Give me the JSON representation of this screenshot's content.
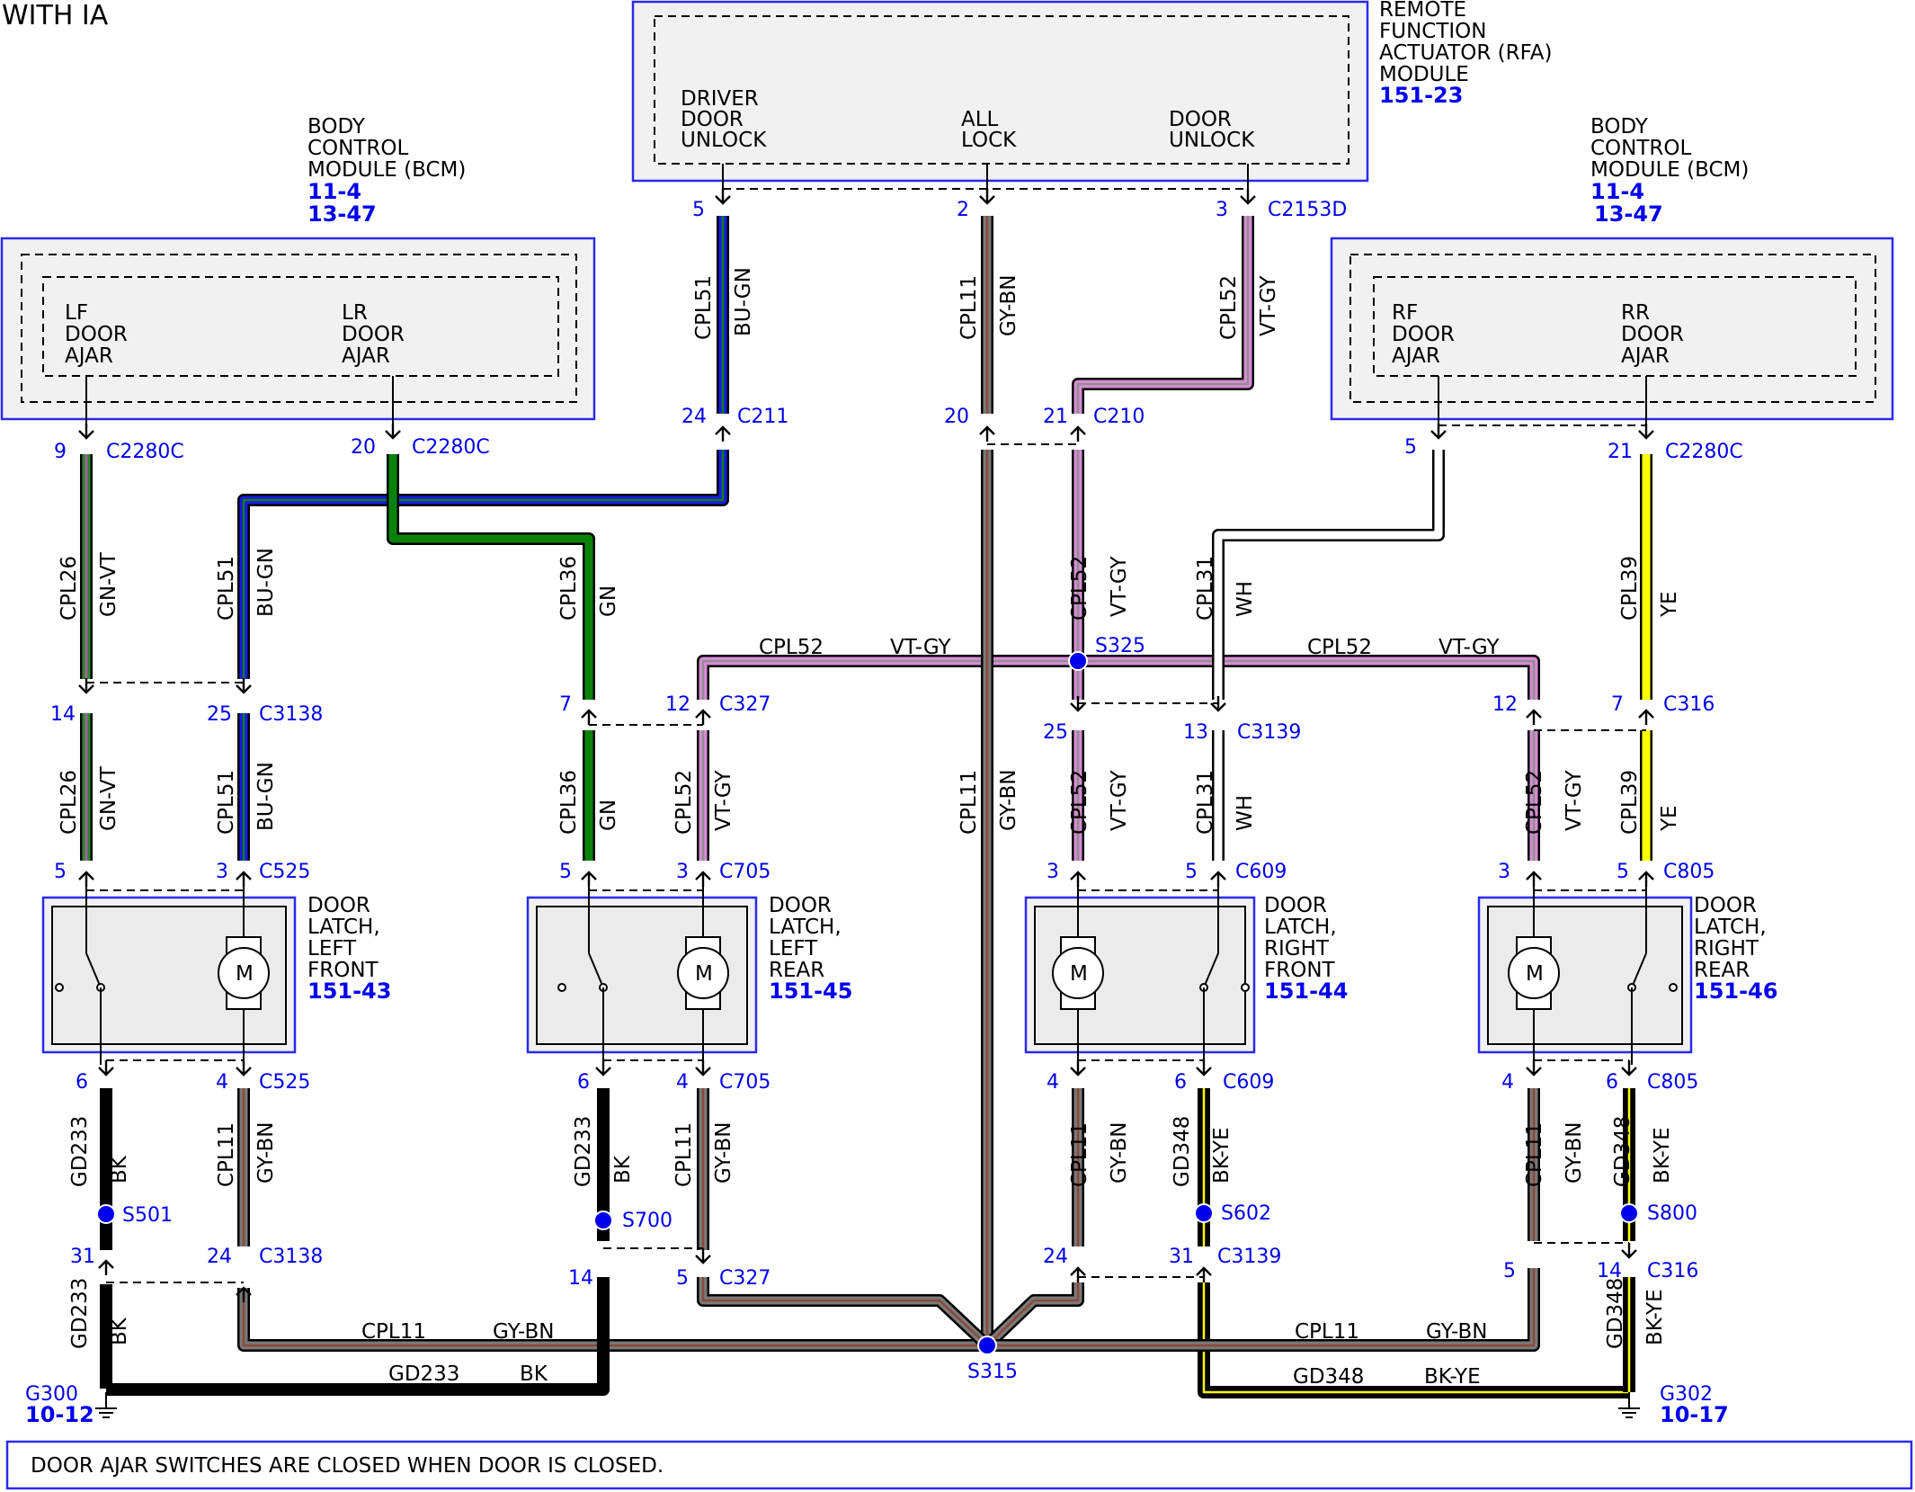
{
  "diagram": {
    "title": "WITH IA",
    "note": "DOOR AJAR SWITCHES ARE CLOSED WHEN DOOR IS CLOSED.",
    "modules": {
      "rfa": {
        "lines": [
          "REMOTE",
          "FUNCTION",
          "ACTUATOR (RFA)",
          "MODULE"
        ],
        "ref": "151-23",
        "pins": [
          "DRIVER DOOR UNLOCK",
          "ALL LOCK",
          "DOOR UNLOCK"
        ],
        "pin_lines": [
          [
            "DRIVER",
            "DOOR",
            "UNLOCK"
          ],
          [
            "ALL",
            "LOCK"
          ],
          [
            "DOOR",
            "UNLOCK"
          ]
        ]
      },
      "bcm_left": {
        "lines": [
          "BODY",
          "CONTROL",
          "MODULE (BCM)"
        ],
        "refs": [
          "11-4",
          "13-47"
        ],
        "pin_lines": [
          [
            "LF",
            "DOOR",
            "AJAR"
          ],
          [
            "LR",
            "DOOR",
            "AJAR"
          ]
        ]
      },
      "bcm_right": {
        "lines": [
          "BODY",
          "CONTROL",
          "MODULE (BCM)"
        ],
        "refs": [
          "11-4",
          "13-47"
        ],
        "pin_lines": [
          [
            "RF",
            "DOOR",
            "AJAR"
          ],
          [
            "RR",
            "DOOR",
            "AJAR"
          ]
        ]
      }
    },
    "latches": [
      {
        "lines": [
          "DOOR",
          "LATCH,",
          "LEFT",
          "FRONT"
        ],
        "ref": "151-43",
        "motor": "M"
      },
      {
        "lines": [
          "DOOR",
          "LATCH,",
          "LEFT",
          "REAR"
        ],
        "ref": "151-45",
        "motor": "M"
      },
      {
        "lines": [
          "DOOR",
          "LATCH,",
          "RIGHT",
          "FRONT"
        ],
        "ref": "151-44",
        "motor": "M"
      },
      {
        "lines": [
          "DOOR",
          "LATCH,",
          "RIGHT",
          "REAR"
        ],
        "ref": "151-46",
        "motor": "M"
      }
    ],
    "connectors": [
      "C2153D",
      "C211",
      "C210",
      "C2280C",
      "C2280C",
      "C2280C",
      "C3138",
      "C327",
      "C3139",
      "C316",
      "C525",
      "C705",
      "C609",
      "C805",
      "C525",
      "C705",
      "C609",
      "C805",
      "C3138",
      "C327",
      "C3139",
      "C316"
    ],
    "pins": [
      "5",
      "2",
      "3",
      "24",
      "20",
      "21",
      "9",
      "20",
      "5",
      "21",
      "14",
      "25",
      "7",
      "12",
      "25",
      "13",
      "12",
      "7",
      "5",
      "3",
      "5",
      "3",
      "3",
      "5",
      "3",
      "5",
      "6",
      "4",
      "6",
      "4",
      "4",
      "6",
      "4",
      "6",
      "31",
      "24",
      "14",
      "5",
      "24",
      "31",
      "5",
      "14"
    ],
    "wires": [
      {
        "circuit": "CPL51",
        "color": "BU-GN"
      },
      {
        "circuit": "CPL11",
        "color": "GY-BN"
      },
      {
        "circuit": "CPL52",
        "color": "VT-GY"
      },
      {
        "circuit": "CPL26",
        "color": "GN-VT"
      },
      {
        "circuit": "CPL51",
        "color": "BU-GN"
      },
      {
        "circuit": "CPL36",
        "color": "GN"
      },
      {
        "circuit": "CPL52",
        "color": "VT-GY"
      },
      {
        "circuit": "CPL31",
        "color": "WH"
      },
      {
        "circuit": "CPL39",
        "color": "YE"
      },
      {
        "circuit": "CPL52",
        "color": "VT-GY"
      },
      {
        "circuit": "CPL52",
        "color": "VT-GY"
      },
      {
        "circuit": "CPL26",
        "color": "GN-VT"
      },
      {
        "circuit": "CPL51",
        "color": "BU-GN"
      },
      {
        "circuit": "CPL36",
        "color": "GN"
      },
      {
        "circuit": "CPL52",
        "color": "VT-GY"
      },
      {
        "circuit": "CPL11",
        "color": "GY-BN"
      },
      {
        "circuit": "CPL52",
        "color": "VT-GY"
      },
      {
        "circuit": "CPL31",
        "color": "WH"
      },
      {
        "circuit": "CPL52",
        "color": "VT-GY"
      },
      {
        "circuit": "CPL39",
        "color": "YE"
      },
      {
        "circuit": "GD233",
        "color": "BK"
      },
      {
        "circuit": "CPL11",
        "color": "GY-BN"
      },
      {
        "circuit": "GD233",
        "color": "BK"
      },
      {
        "circuit": "CPL11",
        "color": "GY-BN"
      },
      {
        "circuit": "CPL11",
        "color": "GY-BN"
      },
      {
        "circuit": "GD348",
        "color": "BK-YE"
      },
      {
        "circuit": "CPL11",
        "color": "GY-BN"
      },
      {
        "circuit": "GD348",
        "color": "BK-YE"
      },
      {
        "circuit": "GD233",
        "color": "BK"
      },
      {
        "circuit": "GD348",
        "color": "BK-YE"
      },
      {
        "circuit": "CPL11",
        "color": "GY-BN"
      },
      {
        "circuit": "GD233",
        "color": "BK"
      },
      {
        "circuit": "CPL11",
        "color": "GY-BN"
      },
      {
        "circuit": "GD348",
        "color": "BK-YE"
      }
    ],
    "splices": [
      "S325",
      "S501",
      "S700",
      "S602",
      "S800",
      "S315"
    ],
    "grounds": [
      {
        "name": "G300",
        "ref": "10-12"
      },
      {
        "name": "G302",
        "ref": "10-17"
      }
    ],
    "wire_colors": {
      "bu_gn": "#1a1ae6",
      "gy_bn": "#7a7a7a",
      "vt_gy": "#d98bd6",
      "gn": "#0a820a",
      "gn_vt": "#2b8a2b",
      "wh": "#ffffff",
      "ye": "#ffff00",
      "bk": "#000000",
      "bk_ye": "#000000",
      "blue": "#0000ee"
    }
  }
}
